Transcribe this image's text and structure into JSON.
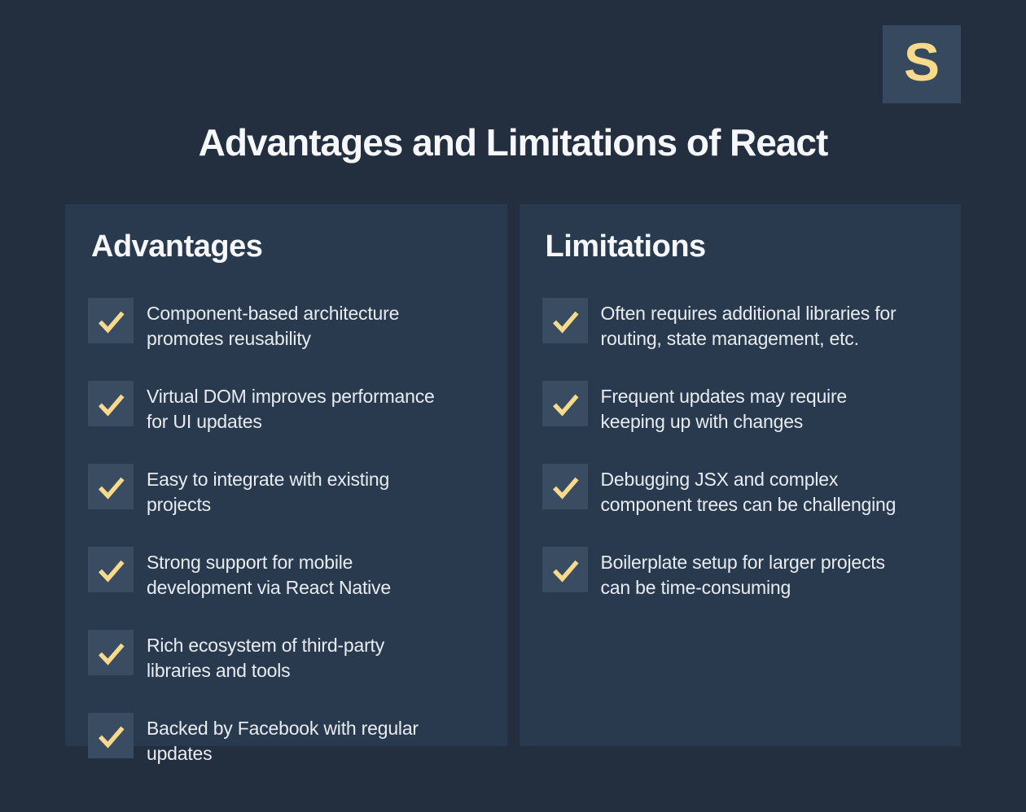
{
  "page": {
    "title": "Advantages and Limitations of React",
    "logo_letter": "S"
  },
  "colors": {
    "background": "#232e3e",
    "panel": "#2a3a4e",
    "checkbox": "#3a4c61",
    "accent": "#f8da8c",
    "logo_bg": "#36495f",
    "heading_text": "#f5f7fa",
    "body_text": "#e7ecf1"
  },
  "panels": [
    {
      "heading": "Advantages",
      "items": [
        "Component-based architecture\npromotes reusability",
        "Virtual DOM improves performance\nfor UI updates",
        "Easy to integrate with existing\nprojects",
        "Strong support for mobile\ndevelopment via React Native",
        "Rich ecosystem of third-party\nlibraries and tools",
        "Backed by Facebook with regular\nupdates"
      ]
    },
    {
      "heading": "Limitations",
      "items": [
        "Often requires additional libraries for\nrouting, state management, etc.",
        "Frequent updates may require\nkeeping up with changes",
        "Debugging JSX and complex\ncomponent trees can be challenging",
        "Boilerplate setup for larger projects\ncan be time-consuming"
      ]
    }
  ]
}
